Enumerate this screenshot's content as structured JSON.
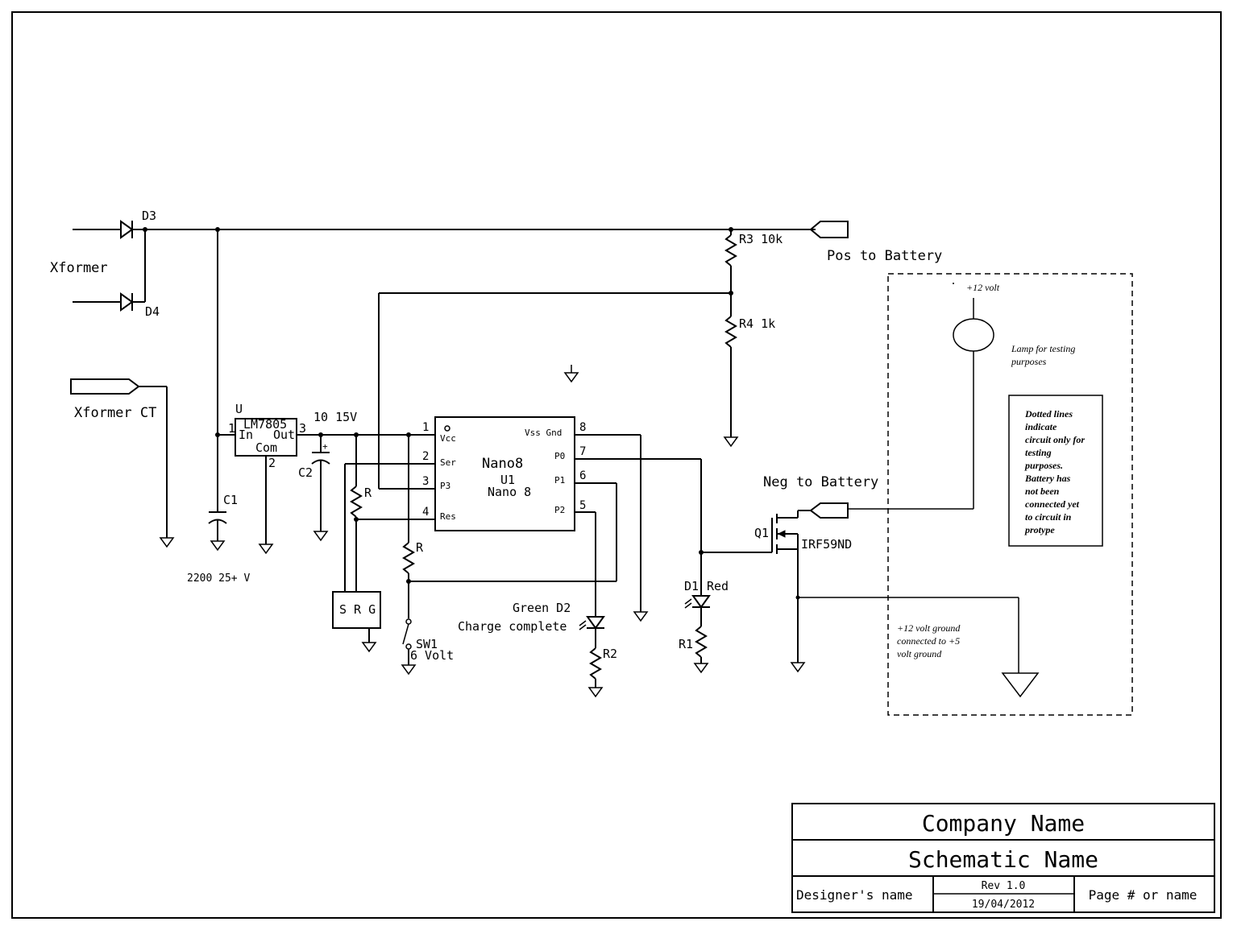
{
  "labels": {
    "xformer": "Xformer",
    "xformer_ct": "Xformer CT",
    "d3": "D3",
    "d4": "D4",
    "u": "U",
    "reg_part": "LM7805",
    "reg_in": "In",
    "reg_out": "Out",
    "reg_com": "Com",
    "reg_pin1": "1",
    "reg_pin2": "2",
    "reg_pin3": "3",
    "c1": "C1",
    "c1_value": "2200 25+ V",
    "c2": "C2",
    "c2_value": "10 15V",
    "r3": "R3 10k",
    "r4": "R4 1k",
    "pos_battery": "Pos to Battery",
    "neg_battery": "Neg to Battery",
    "r_left": "R",
    "r_mid": "R",
    "srg": "S R G",
    "sw1": "SW1",
    "sw1_value": "6 Volt",
    "green_d2": "Green D2",
    "charge_complete": "Charge complete",
    "r2": "R2",
    "d1": "D1",
    "red": "Red",
    "r1": "R1",
    "q1": "Q1",
    "q1_part": "IRF59ND"
  },
  "ic": {
    "name": "Nano8",
    "ref": "U1",
    "part": "Nano 8",
    "left_pins": [
      {
        "num": "1",
        "name": "Vcc"
      },
      {
        "num": "2",
        "name": "Ser"
      },
      {
        "num": "3",
        "name": "P3"
      },
      {
        "num": "4",
        "name": "Res"
      }
    ],
    "right_pins": [
      {
        "num": "8",
        "name": "Vss Gnd"
      },
      {
        "num": "7",
        "name": "P0"
      },
      {
        "num": "6",
        "name": "P1"
      },
      {
        "num": "5",
        "name": "P2"
      }
    ]
  },
  "test_area": {
    "supply": "+12 volt",
    "lamp_note": [
      "Lamp for testing",
      "purposes"
    ],
    "dotted_note": [
      "Dotted lines",
      "indicate",
      "circuit only for",
      "testing",
      "purposes.",
      "Battery has",
      "not been",
      "connected yet",
      "to circuit in",
      "protype"
    ],
    "ground_note": [
      "+12 volt ground",
      "connected to +5",
      "volt ground"
    ]
  },
  "title_block": {
    "company": "Company Name",
    "schematic": "Schematic Name",
    "designer": "Designer's name",
    "rev": "Rev 1.0",
    "date": "19/04/2012",
    "page": "Page # or name"
  }
}
